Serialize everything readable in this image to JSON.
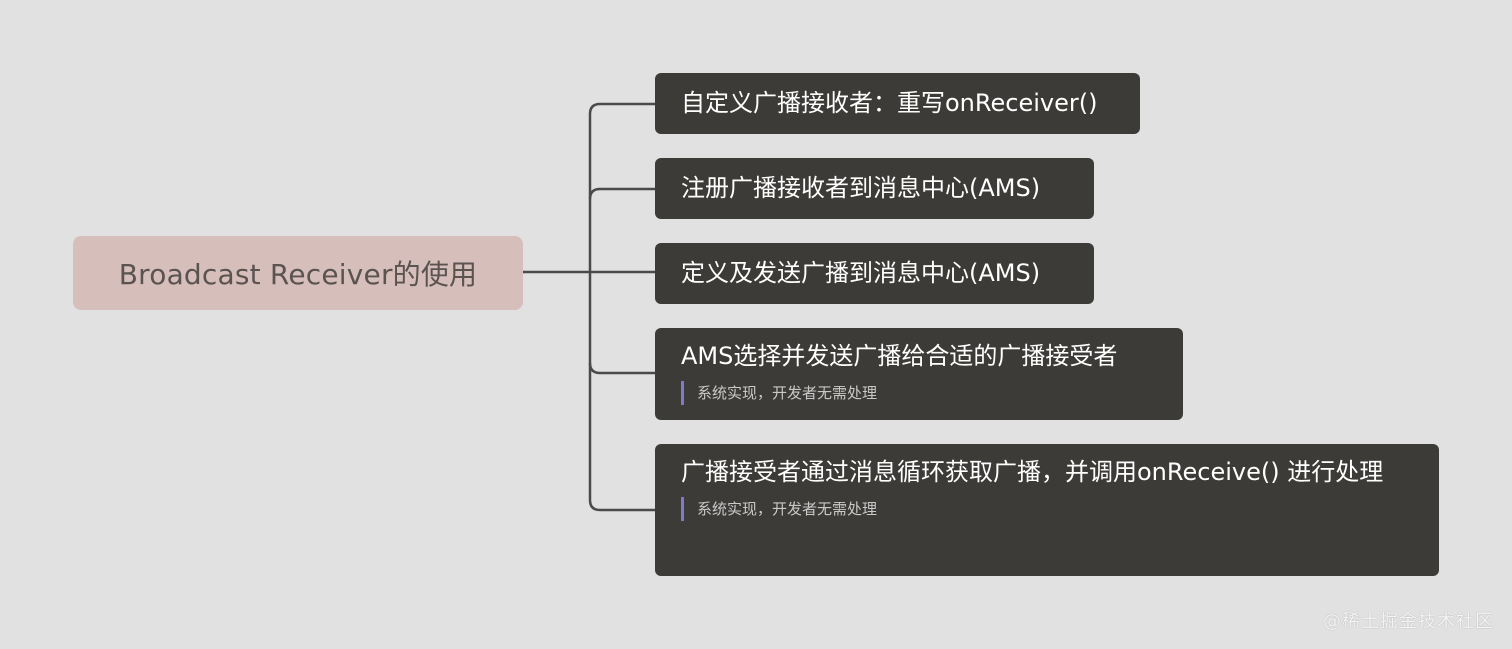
{
  "root": {
    "label": "Broadcast Receiver的使用"
  },
  "branches": [
    {
      "label": "自定义广播接收者：重写onReceiver()",
      "note": ""
    },
    {
      "label": "注册广播接收者到消息中心(AMS)",
      "note": ""
    },
    {
      "label": "定义及发送广播到消息中心(AMS)",
      "note": ""
    },
    {
      "label": "AMS选择并发送广播给合适的广播接受者",
      "note": "系统实现，开发者无需处理"
    },
    {
      "label": "广播接受者通过消息循环获取广播，并调用onReceive() 进行处理",
      "note": "系统实现，开发者无需处理"
    }
  ],
  "watermark": "@稀土掘金技术社区",
  "colors": {
    "background": "#e1e1e1",
    "root_fill": "#d6bfbb",
    "branch_fill": "#3c3b38",
    "connector": "#4a4a4a",
    "note_accent": "#7f7acb"
  }
}
